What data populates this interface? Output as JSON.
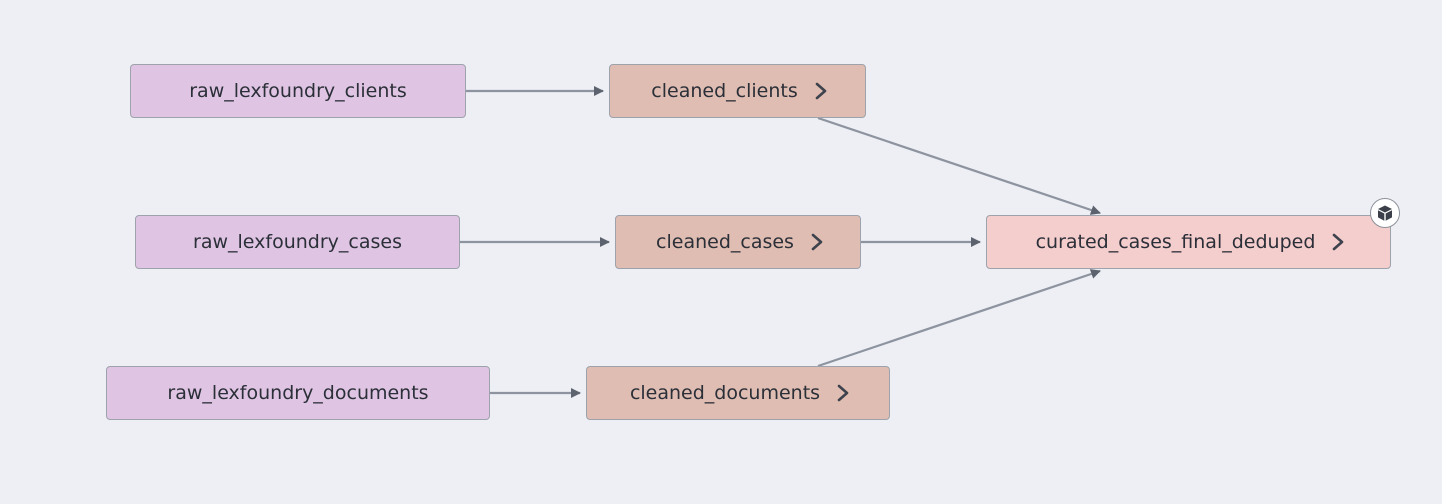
{
  "nodes": {
    "raw_clients": "raw_lexfoundry_clients",
    "raw_cases": "raw_lexfoundry_cases",
    "raw_documents": "raw_lexfoundry_documents",
    "cleaned_clients": "cleaned_clients",
    "cleaned_cases": "cleaned_cases",
    "cleaned_documents": "cleaned_documents",
    "final": "curated_cases_final_deduped"
  },
  "icons": {
    "expand": "chevron-right-icon",
    "final_badge": "cube-icon"
  },
  "edges": [
    [
      "raw_clients",
      "cleaned_clients"
    ],
    [
      "raw_cases",
      "cleaned_cases"
    ],
    [
      "raw_documents",
      "cleaned_documents"
    ],
    [
      "cleaned_clients",
      "final"
    ],
    [
      "cleaned_cases",
      "final"
    ],
    [
      "cleaned_documents",
      "final"
    ]
  ],
  "colors": {
    "canvas": "#edeff4",
    "source_node": "#dfc5e3",
    "staging_node": "#dfbdb2",
    "final_node": "#f4cdcd",
    "edge": "#8d949f",
    "arrowhead": "#5d636e",
    "text": "#2b2f38"
  }
}
